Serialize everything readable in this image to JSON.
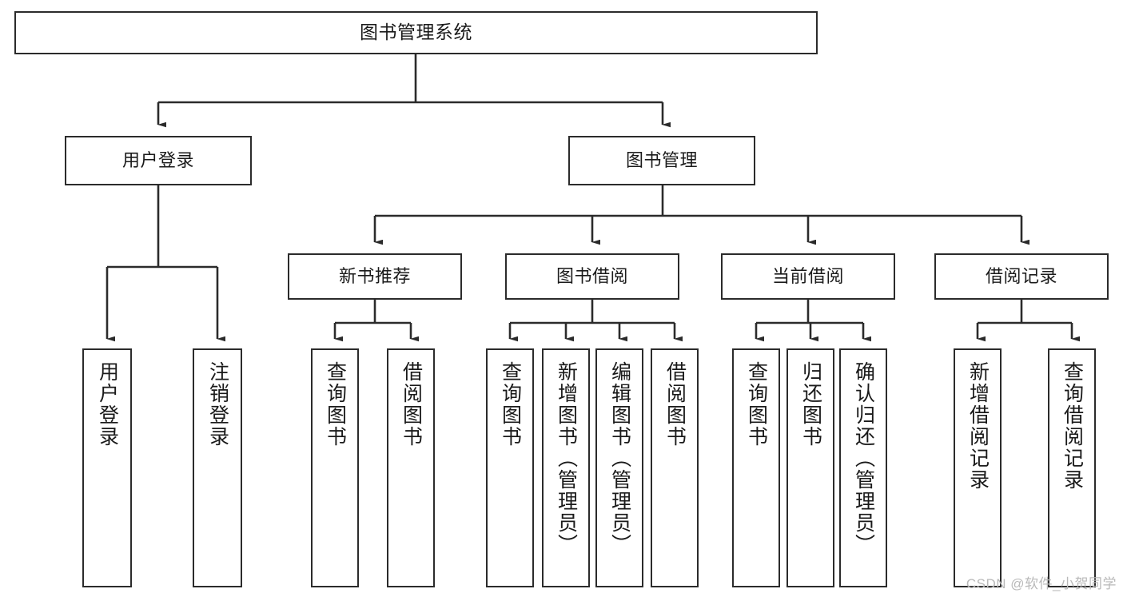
{
  "diagram": {
    "title": "图书管理系统",
    "type": "tree-hierarchy-diagram",
    "colors": {
      "box_border": "#2b2b2b",
      "box_fill": "#ffffff",
      "connector": "#2b2b2b",
      "text": "#1a1a1a",
      "watermark": "#b9b9b9"
    },
    "nodes": {
      "root": {
        "label": "图书管理系统"
      },
      "level2": [
        {
          "label": "用户登录"
        },
        {
          "label": "图书管理"
        }
      ],
      "level3": [
        {
          "label": "新书推荐"
        },
        {
          "label": "图书借阅"
        },
        {
          "label": "当前借阅"
        },
        {
          "label": "借阅记录"
        }
      ],
      "leaves": {
        "user_login": [
          {
            "label": "用户登录"
          },
          {
            "label": "注销登录"
          }
        ],
        "new_book_recommend": [
          {
            "label": "查询图书"
          },
          {
            "label": "借阅图书"
          }
        ],
        "book_borrow": [
          {
            "label": "查询图书"
          },
          {
            "label": "新增图书（管理员）"
          },
          {
            "label": "编辑图书（管理员）"
          },
          {
            "label": "借阅图书"
          }
        ],
        "current_borrow": [
          {
            "label": "查询图书"
          },
          {
            "label": "归还图书"
          },
          {
            "label": "确认归还（管理员）"
          }
        ],
        "borrow_record": [
          {
            "label": "新增借阅记录"
          },
          {
            "label": "查询借阅记录"
          }
        ]
      }
    },
    "watermark": "CSDN @软件_小贺同学"
  }
}
